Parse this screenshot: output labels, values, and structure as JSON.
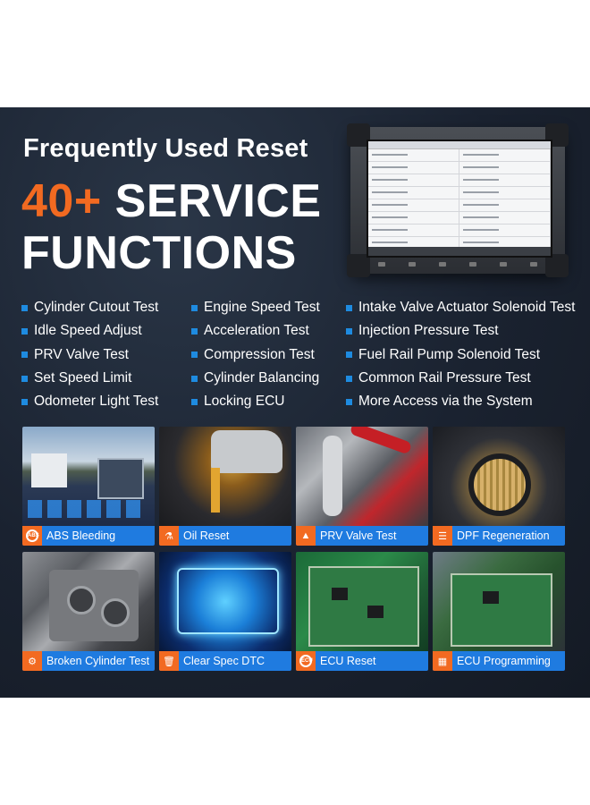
{
  "header": {
    "eyebrow": "Frequently Used Reset",
    "headline_number": "40+",
    "headline_rest": " SERVICE",
    "headline_line2": "FUNCTIONS"
  },
  "features": {
    "col1": [
      "Cylinder Cutout Test",
      "Idle Speed Adjust",
      "PRV Valve Test",
      "Set Speed Limit",
      "Odometer Light Test"
    ],
    "col2": [
      "Engine Speed Test",
      "Acceleration Test",
      "Compression Test",
      "Cylinder Balancing",
      "Locking ECU"
    ],
    "col3": [
      "Intake Valve Actuator Solenoid Test",
      "Injection Pressure Test",
      "Fuel Rail Pump Solenoid Test",
      "Common Rail Pressure Test",
      "More Access via the System"
    ]
  },
  "tiles": [
    {
      "label": "ABS Bleeding",
      "icon": "abs-icon"
    },
    {
      "label": "Oil Reset",
      "icon": "oil-can-icon"
    },
    {
      "label": "PRV Valve Test",
      "icon": "valve-icon"
    },
    {
      "label": "DPF Regeneration",
      "icon": "dpf-icon"
    },
    {
      "label": "Broken Cylinder Test",
      "icon": "cylinder-icon"
    },
    {
      "label": "Clear Spec DTC",
      "icon": "trash-icon"
    },
    {
      "label": "ECU Reset",
      "icon": "ecu-reset-icon"
    },
    {
      "label": "ECU Programming",
      "icon": "chip-icon"
    }
  ],
  "colors": {
    "accent_orange": "#f26a21",
    "accent_blue": "#1f7be0",
    "background_dark": "#1a2230"
  }
}
